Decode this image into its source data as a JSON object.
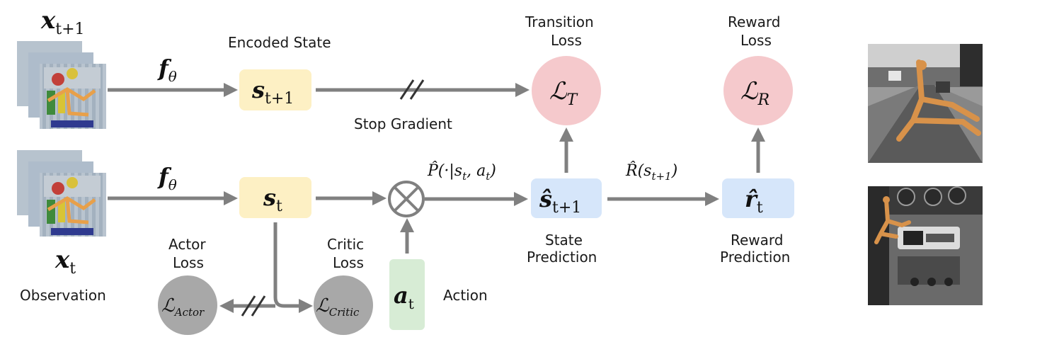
{
  "observation_top": {
    "symbol": "x",
    "subscript": "t+1"
  },
  "observation_bottom": {
    "symbol": "x",
    "subscript": "t",
    "caption": "Observation"
  },
  "encoder": {
    "symbol": "f",
    "subscript": "θ"
  },
  "encoded_state_caption": "Encoded State",
  "state_next": {
    "symbol": "s",
    "subscript": "t+1"
  },
  "state_current": {
    "symbol": "s",
    "subscript": "t"
  },
  "stop_gradient_caption": "Stop Gradient",
  "transition_loss": {
    "caption_line1": "Transition",
    "caption_line2": "Loss",
    "symbol": "ℒ",
    "subscript": "T"
  },
  "reward_loss": {
    "caption_line1": "Reward",
    "caption_line2": "Loss",
    "symbol": "ℒ",
    "subscript": "R"
  },
  "transition_model": {
    "text": "P̂(·|s",
    "sub1": "t",
    "mid": ", a",
    "sub2": "t",
    "end": ")"
  },
  "reward_model": {
    "text": "R̂(s",
    "sub": "t+1",
    "end": ")"
  },
  "state_prediction": {
    "symbol": "ŝ",
    "subscript": "t+1",
    "caption_line1": "State",
    "caption_line2": "Prediction"
  },
  "reward_prediction": {
    "symbol": "r̂",
    "subscript": "t",
    "caption_line1": "Reward",
    "caption_line2": "Prediction"
  },
  "action": {
    "symbol": "a",
    "subscript": "t",
    "caption": "Action"
  },
  "actor_loss": {
    "caption_line1": "Actor",
    "caption_line2": "Loss",
    "symbol": "ℒ",
    "subscript": "Actor"
  },
  "critic_loss": {
    "caption_line1": "Critic",
    "caption_line2": "Loss",
    "symbol": "ℒ",
    "subscript": "Critic"
  },
  "colors": {
    "state_box": "#fdf0c4",
    "prediction_box": "#d6e6fa",
    "action_box": "#d7ecd5",
    "loss_circle": "#f5c9cc",
    "actor_critic_circle": "#a8a8a8",
    "arrow": "#808080"
  }
}
